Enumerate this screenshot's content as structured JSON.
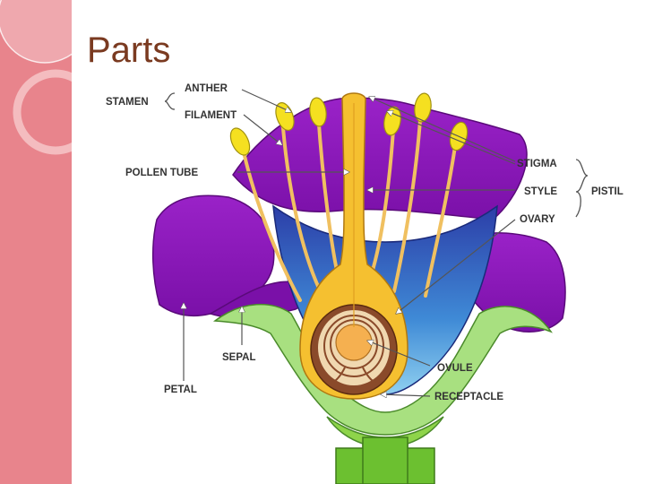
{
  "slide": {
    "title": "Parts",
    "sidebar_color": "#e8848c",
    "title_color": "#7a3a20"
  },
  "diagram": {
    "labels": {
      "stamen": "STAMEN",
      "anther": "ANTHER",
      "filament": "FILAMENT",
      "pollen_tube": "POLLEN TUBE",
      "stigma": "STIGMA",
      "style": "STYLE",
      "pistil": "PISTIL",
      "ovary": "OVARY",
      "sepal": "SEPAL",
      "petal": "PETAL",
      "ovule": "OVULE",
      "receptacle": "RECEPTACLE"
    },
    "colors": {
      "petal": "#8a1ab8",
      "sepal": "#a8e080",
      "receptacle": "#8ed44a",
      "inner": "#3a7fd0",
      "pistil": "#f5c030",
      "anther": "#f5e020",
      "ovary_wall": "#8a4a2a",
      "ovule": "#f5b050"
    }
  }
}
